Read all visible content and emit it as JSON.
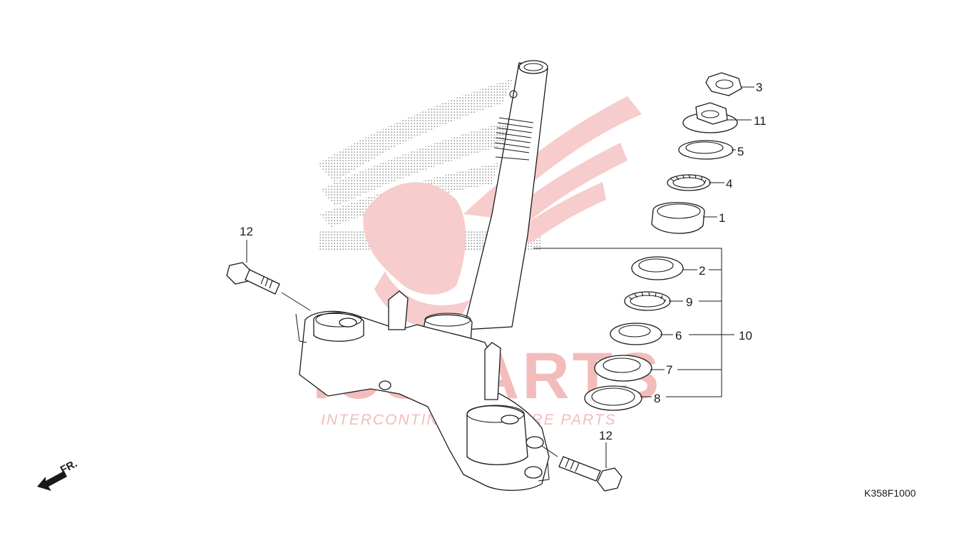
{
  "diagram": {
    "drawing_code": "K358F1000",
    "front_indicator": "FR.",
    "watermark": {
      "brand": "ICSPARTS",
      "tagline": "INTERCONTINENTAL SPARE PARTS",
      "logo": "honda-wing-logo"
    },
    "callouts": {
      "c1": "1",
      "c2": "2",
      "c3": "3",
      "c4": "4",
      "c5": "5",
      "c6": "6",
      "c7": "7",
      "c8": "8",
      "c9": "9",
      "c10": "10",
      "c11": "11",
      "c12_top": "12",
      "c12_bottom": "12"
    }
  }
}
